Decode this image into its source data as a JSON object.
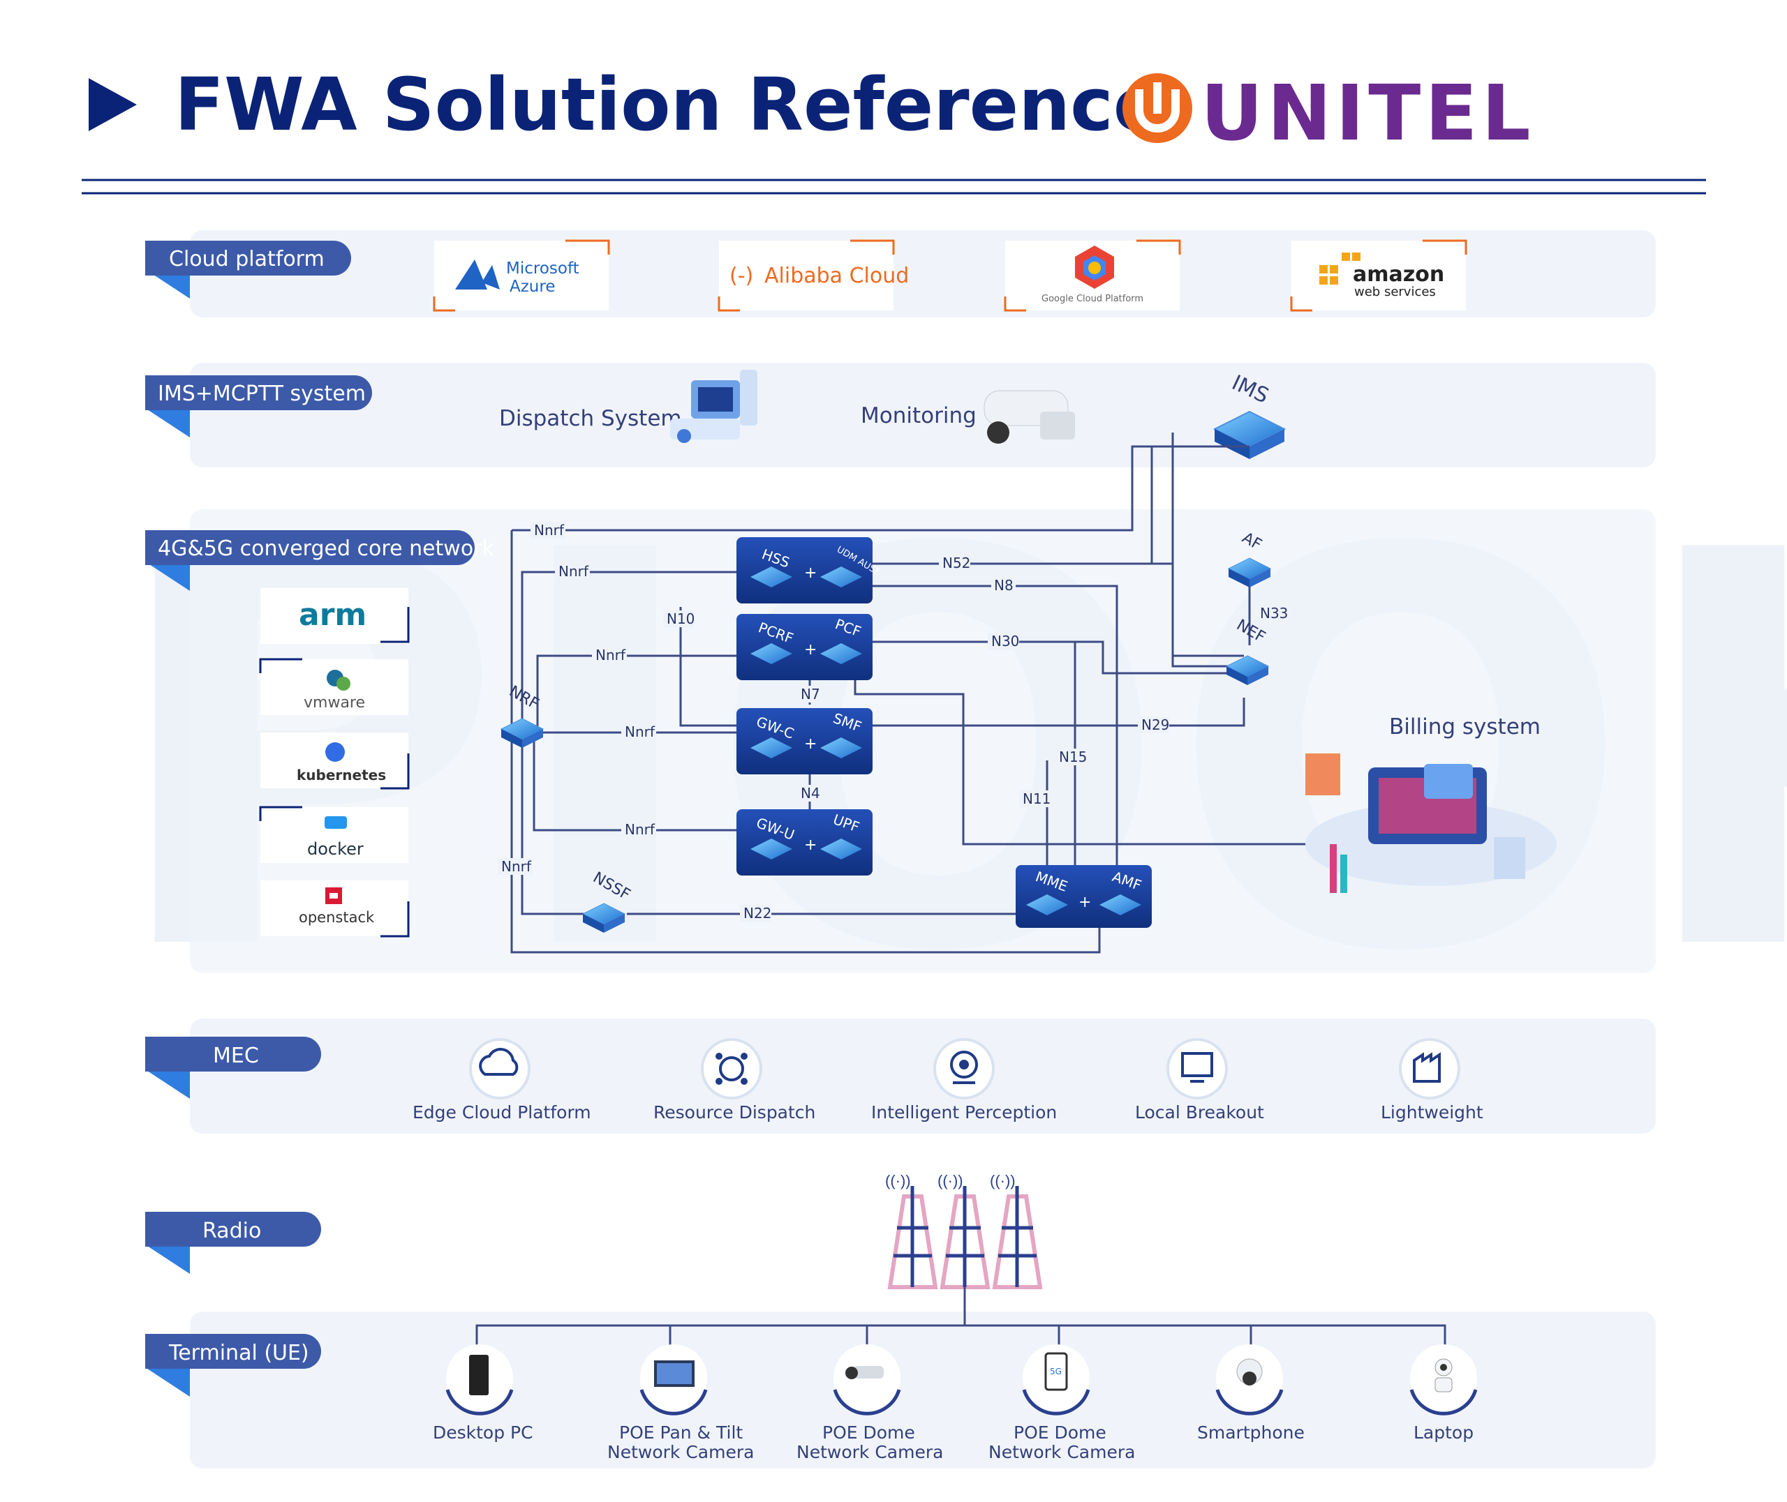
{
  "header": {
    "title": "FWA Solution Reference:",
    "logo_text": "UNITEL",
    "colors": {
      "title": "#0b2377",
      "arrow": "#0b2377",
      "logo_orange": "#ee6a1f",
      "logo_purple": "#6b2a8f",
      "rule": "#0b2377"
    }
  },
  "sections": {
    "cloud": "Cloud platform",
    "ims": "IMS+MCPTT system",
    "core": "4G&5G converged core network",
    "mec": "MEC",
    "radio": "Radio",
    "terminal": "Terminal (UE)"
  },
  "cloud_providers": [
    {
      "line1": "Microsoft",
      "line2": "Azure",
      "icon": "azure-logo"
    },
    {
      "line1": "Alibaba Cloud",
      "line2": "",
      "icon": "alibaba-logo"
    },
    {
      "line1": "Google Cloud Platform",
      "line2": "",
      "icon": "gcp-logo"
    },
    {
      "line1": "amazon",
      "line2": "web services",
      "icon": "aws-logo"
    }
  ],
  "ims_system": {
    "dispatch": "Dispatch System",
    "monitoring": "Monitoring",
    "ims": "IMS"
  },
  "virtualization": [
    "arm",
    "vmware",
    "kubernetes",
    "docker",
    "openstack"
  ],
  "core_nodes": {
    "hss": "HSS",
    "udm": "UDM AUSF",
    "pcrf": "PCRF",
    "pcf": "PCF",
    "gwc": "GW-C",
    "smf": "SMF",
    "gwu": "GW-U",
    "upf": "UPF",
    "mme": "MME",
    "amf": "AMF",
    "nrf": "NRF",
    "nssf": "NSSF",
    "af": "AF",
    "nef": "NEF",
    "plus": "+"
  },
  "interfaces": {
    "nnrf": "Nnrf",
    "n52": "N52",
    "n8": "N8",
    "n10": "N10",
    "n30": "N30",
    "n7": "N7",
    "n29": "N29",
    "n4": "N4",
    "n15": "N15",
    "n11": "N11",
    "n22": "N22",
    "n33": "N33"
  },
  "billing": "Billing system",
  "mec_items": [
    {
      "label": "Edge Cloud Platform",
      "icon": "cloud-icon"
    },
    {
      "label": "Resource Dispatch",
      "icon": "network-icon"
    },
    {
      "label": "Intelligent Perception",
      "icon": "eye-icon"
    },
    {
      "label": "Local Breakout",
      "icon": "monitor-icon"
    },
    {
      "label": "Lightweight",
      "icon": "factory-icon"
    }
  ],
  "terminals": [
    {
      "line1": "Desktop PC",
      "line2": "",
      "icon": "desktop-icon"
    },
    {
      "line1": "POE Pan & Tilt",
      "line2": "Network Camera",
      "icon": "tv-icon"
    },
    {
      "line1": "POE Dome",
      "line2": "Network Camera",
      "icon": "cctv-icon"
    },
    {
      "line1": "POE Dome",
      "line2": "Network Camera",
      "icon": "phone-icon"
    },
    {
      "line1": "Smartphone",
      "line2": "",
      "icon": "dome-camera-icon"
    },
    {
      "line1": "Laptop",
      "line2": "",
      "icon": "ptz-camera-icon"
    }
  ]
}
